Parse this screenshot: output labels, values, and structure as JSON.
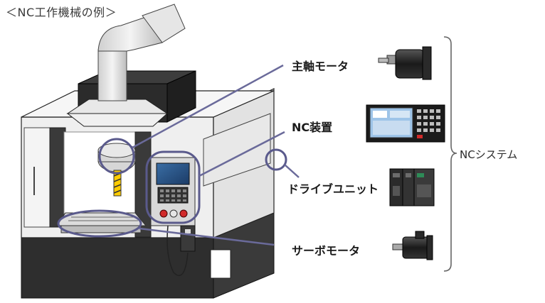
{
  "title": "＜NC工作機械の例＞",
  "components": {
    "spindle_motor": "主軸モータ",
    "nc_unit": "NC装置",
    "drive_unit": "ドライブユニット",
    "servo_motor": "サーボモータ"
  },
  "system_label": "NCシステム",
  "colors": {
    "callout_ring": "#5a5a8c",
    "callout_line": "#6a6a9a",
    "machine_frame": "#efefef",
    "machine_dark": "#2e2e2e",
    "bracket": "#666666"
  }
}
